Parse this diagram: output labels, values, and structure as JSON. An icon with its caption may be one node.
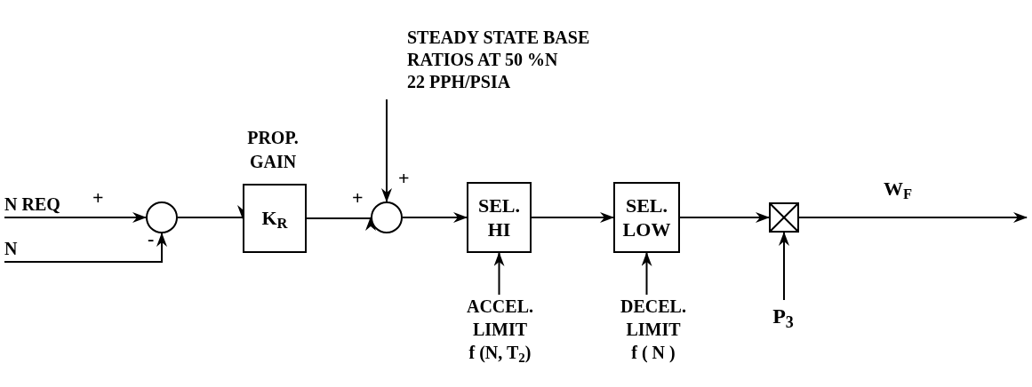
{
  "diagram": {
    "nodes": [
      {
        "text": [
          "N REQ"
        ]
      },
      {
        "text": [
          "N"
        ]
      },
      {
        "text": [],
        "shape": "circle"
      },
      {
        "text": [
          "K$_{R}$"
        ],
        "beside": [
          "PROP. GAIN"
        ]
      },
      {
        "text": [],
        "shape": "circle"
      },
      {
        "text": [
          "STEADY STATE BASE RATIOS AT 50 %N",
          "22 PPH/PSIA"
        ]
      },
      {
        "text": [
          "SEL. HI"
        ]
      },
      {
        "text": [
          "SEL. LOW"
        ]
      },
      {
        "text": [],
        "shape": "box"
      },
      {
        "text": [
          "ACCEL. LIMIT",
          "f (N, T$_{2}$)"
        ]
      },
      {
        "text": [
          "DECEL. LIMIT",
          "f ( N )"
        ]
      },
      {
        "text": [
          "P$_{3}$"
        ]
      }
    ],
    "edges": [
      {
        "from": 0,
        "to": 2,
        "arrow": "to"
      },
      {
        "from": 1,
        "to": 2,
        "arrow": "to"
      },
      {
        "from": 2,
        "to": 3,
        "arrow": "to"
      },
      {
        "from": 3,
        "to": 4,
        "arrow": "to"
      },
      {
        "from": 5,
        "to": 4,
        "arrow": "to"
      },
      {
        "from": 4,
        "to": 6,
        "arrow": "to"
      },
      {
        "from": 6,
        "to": 7,
        "arrow": "to"
      },
      {
        "from": 7,
        "to": 8,
        "arrow": "to"
      },
      {
        "from": 9,
        "to": 6,
        "arrow": "to"
      },
      {
        "from": 10,
        "to": 7,
        "arrow": "to"
      },
      {
        "from": 11,
        "to": 8,
        "arrow": "to"
      },
      {
        "from": 8,
        "to": null,
        "arrow": "to",
        "label": "W$_{F}$"
      }
    ],
    "labels": [
      "+",
      "-",
      "+",
      "+"
    ]
  }
}
